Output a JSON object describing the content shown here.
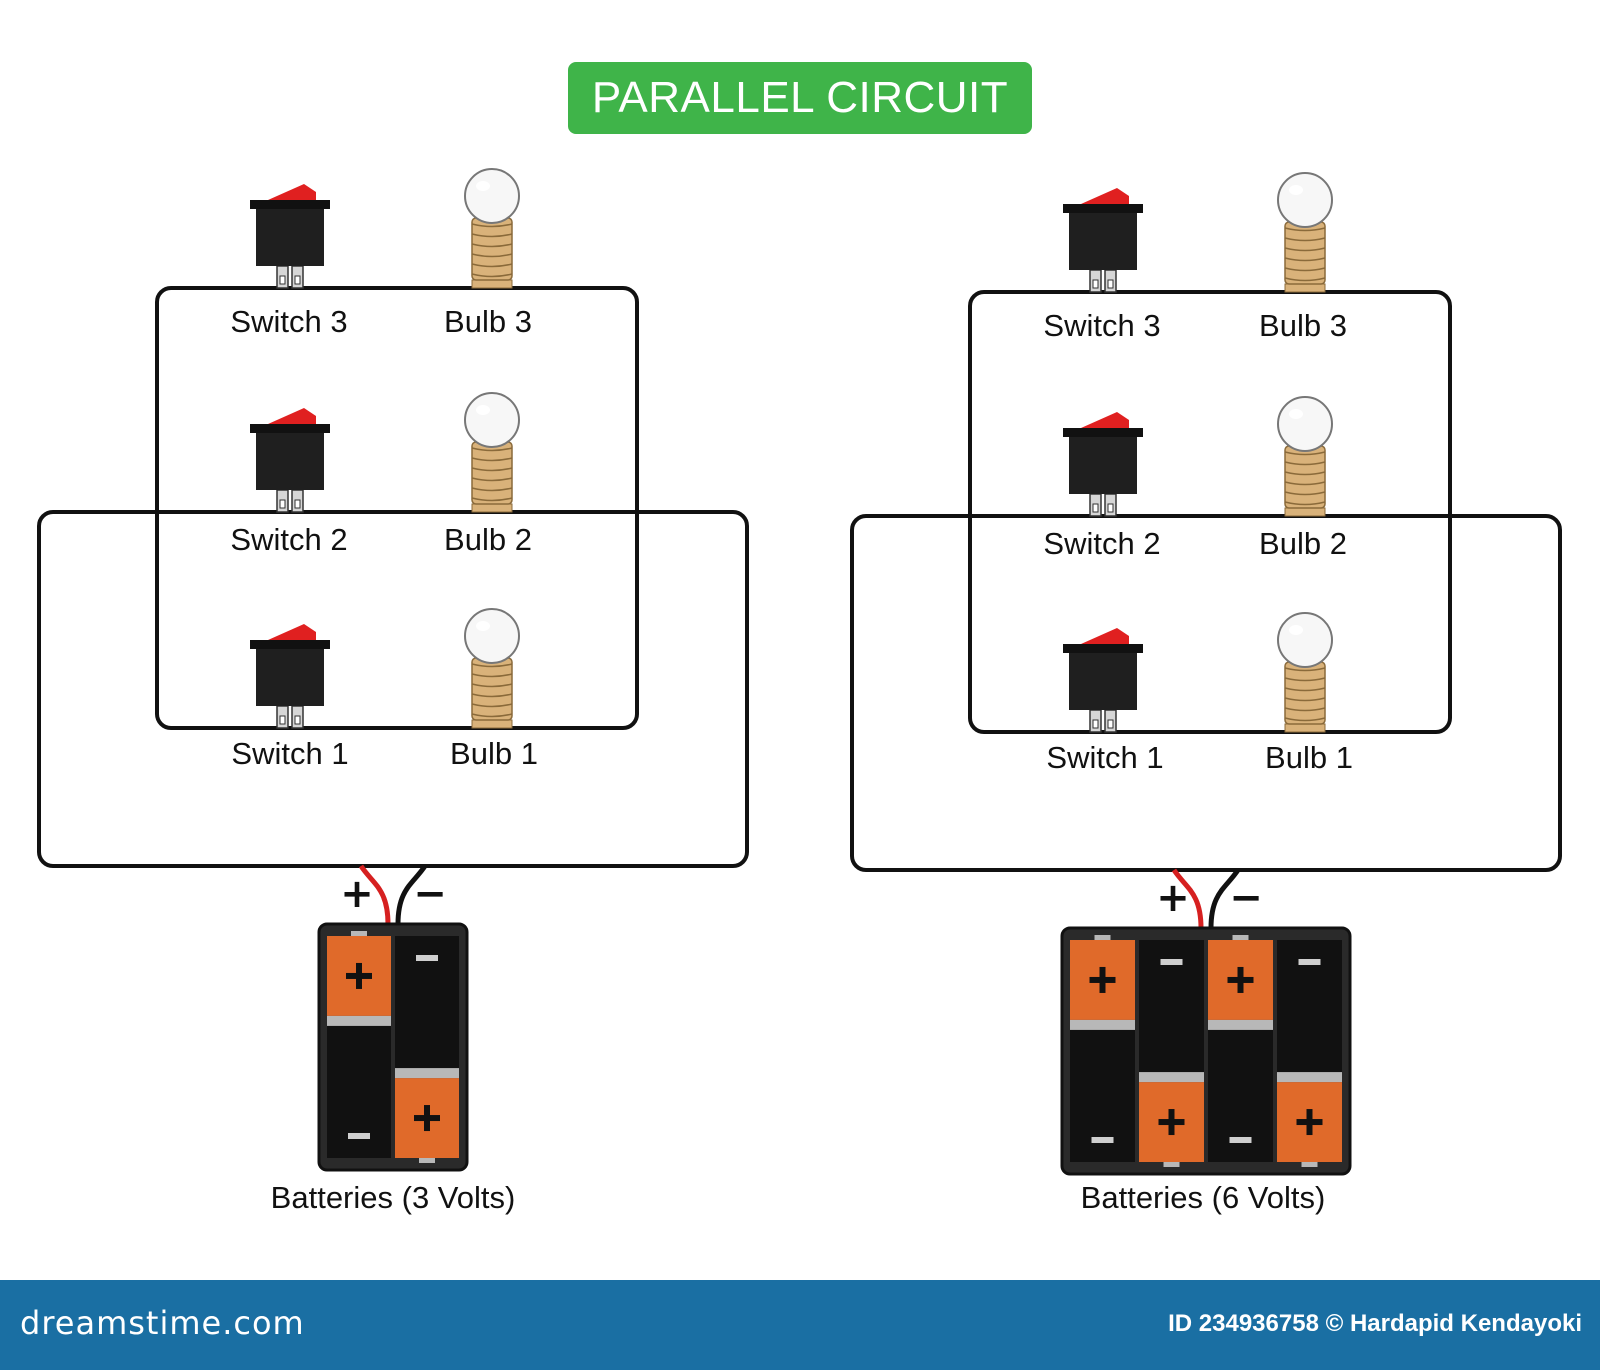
{
  "title": "PARALLEL CIRCUIT",
  "colors": {
    "title_badge": "#3fb449",
    "wire": "#111111",
    "switch_body": "#1f1f1f",
    "switch_rocker": "#e02020",
    "bulb_glass": "#f7f7f7",
    "bulb_base": "#d9b27a",
    "battery_case": "#2a2a2a",
    "battery_orange": "#e06a2a",
    "footer": "#1a6fa3"
  },
  "left_circuit": {
    "switch_labels": [
      "Switch 3",
      "Switch 2",
      "Switch 1"
    ],
    "bulb_labels": [
      "Bulb 3",
      "Bulb 2",
      "Bulb 1"
    ],
    "battery_label": "Batteries (3 Volts)",
    "battery_cells": 2,
    "plus_sign": "+",
    "minus_sign": "−"
  },
  "right_circuit": {
    "switch_labels": [
      "Switch 3",
      "Switch 2",
      "Switch 1"
    ],
    "bulb_labels": [
      "Bulb 3",
      "Bulb 2",
      "Bulb 1"
    ],
    "battery_label": "Batteries (6 Volts)",
    "battery_cells": 4,
    "plus_sign": "+",
    "minus_sign": "−"
  },
  "footer": {
    "brand": "dreamstime.com",
    "credit": "ID 234936758 © Hardapid Kendayoki"
  }
}
